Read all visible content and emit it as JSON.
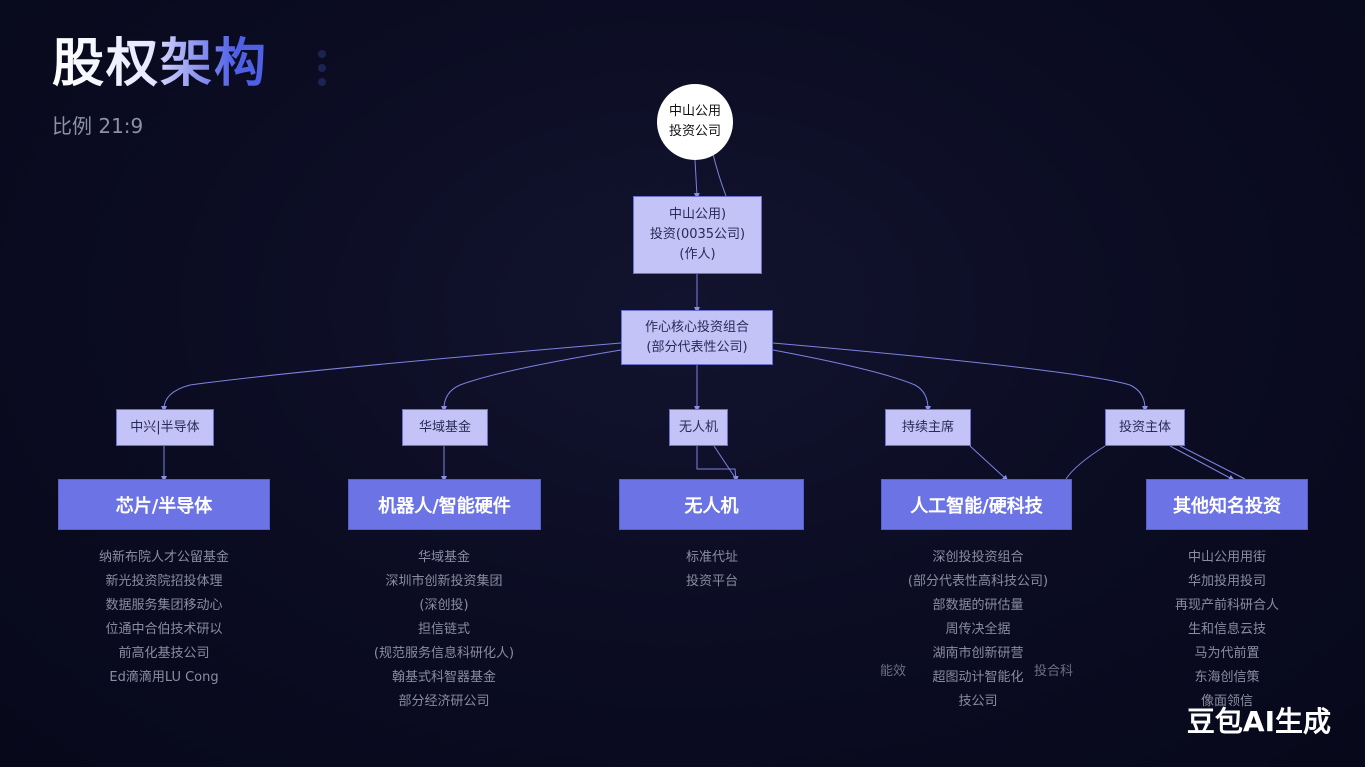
{
  "header": {
    "title": "股权架构",
    "subtitle": "比例 21:9"
  },
  "root": {
    "label_lines": [
      "中山公用",
      "投资公司"
    ]
  },
  "level1": {
    "label_lines": [
      "中山公用)",
      "投资(0035公司)",
      "(作人)"
    ]
  },
  "level2": {
    "label_lines": [
      "作心核心投资组合",
      "(部分代表性公司)"
    ]
  },
  "branches": [
    {
      "tag": "中兴|半导体",
      "category": "芯片/半导体",
      "items": [
        "纳新布院人才公留基金",
        "新光投资院招投体理",
        "数据服务集团移动心",
        "位通中合伯技术研以",
        "前高化基技公司",
        "Ed滴滴用LU Cong"
      ]
    },
    {
      "tag": "华域基金",
      "category": "机器人/智能硬件",
      "items": [
        "华域基金",
        "深圳市创新投资集团",
        "(深创投)",
        "担信链式",
        "(规范服务信息科研化人)",
        "翰基式科智器基金",
        "部分经济研公司"
      ]
    },
    {
      "tag": "无人机",
      "category": "无人机",
      "items": [
        "标准代址",
        "投资平台"
      ]
    },
    {
      "tag": "持续主席",
      "category": "人工智能/硬科技",
      "items": [
        "深创投投资组合",
        "(部分代表性高科技公司)",
        "部数据的研估量",
        "周传决全据",
        "湖南市创新研营",
        "超图动计智能化",
        "技公司"
      ]
    },
    {
      "tag": "投资主体",
      "category": "其他知名投资",
      "items": [
        "中山公用用街",
        "华加投用投司",
        "再现产前科研合人",
        "生和信息云技",
        "马为代前置",
        "东海创信策",
        "像面领信"
      ]
    }
  ],
  "stray": {
    "left": "能效",
    "right": "投合科"
  },
  "watermark": "豆包AI生成",
  "colors": {
    "accent": "#6c73e4",
    "label_box": "#c3c3f7",
    "line": "#7d82e0",
    "background": "#0b0c22"
  }
}
